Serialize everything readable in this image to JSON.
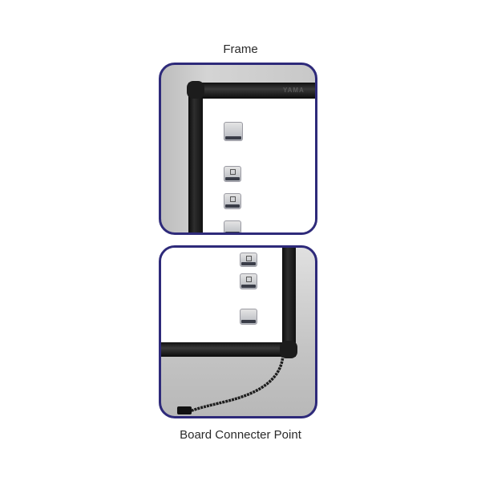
{
  "figure": {
    "top_caption": "Frame",
    "bottom_caption": "Board Connecter Point",
    "frame_panel": {
      "brand_text": "YAMA",
      "buttons": [
        "button-1",
        "button-2",
        "button-3",
        "button-4"
      ]
    },
    "connector_panel": {
      "buttons": [
        "button-1",
        "button-2",
        "button-3"
      ]
    },
    "colors": {
      "panel_border": "#2e2a7a",
      "frame_rail": "#1a1a1a",
      "board": "#ffffff",
      "background": "#ffffff"
    }
  }
}
